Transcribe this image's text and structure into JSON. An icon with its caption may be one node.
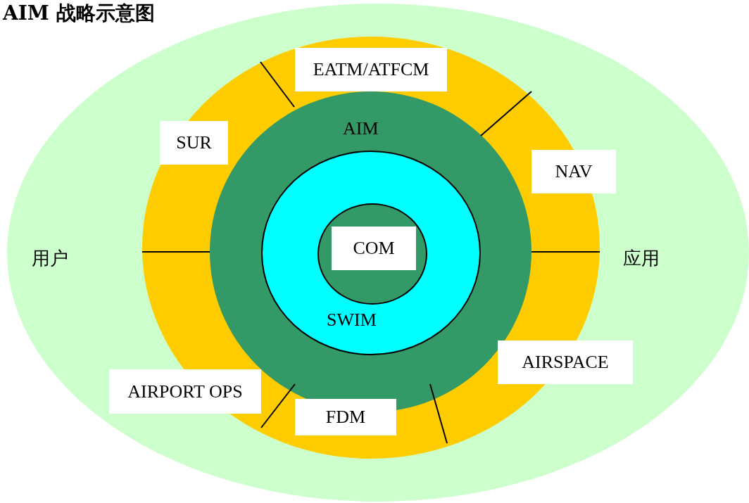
{
  "diagram": {
    "title": "AIM 战略示意图",
    "nodes": [
      {
        "text": [
          "用户",
          "应用"
        ]
      },
      {
        "text": [],
        "shape": "circle",
        "in": 0
      },
      {
        "text": [
          "EATM/ATFCM"
        ],
        "in": 1
      },
      {
        "text": [
          "SUR"
        ],
        "in": 1
      },
      {
        "text": [
          "NAV"
        ],
        "in": 0
      },
      {
        "text": [
          "AIM"
        ],
        "in": 1
      },
      {
        "text": [
          "SWIM"
        ],
        "in": 5
      },
      {
        "text": [],
        "shape": "circle",
        "in": 6
      },
      {
        "text": [
          "COM"
        ],
        "in": 7
      },
      {
        "text": [
          "AIRSPACE"
        ],
        "in": 0
      },
      {
        "text": [
          "AIRPORT OPS"
        ],
        "in": 0
      },
      {
        "text": [
          "FDM"
        ],
        "in": 1
      }
    ],
    "edges": []
  }
}
